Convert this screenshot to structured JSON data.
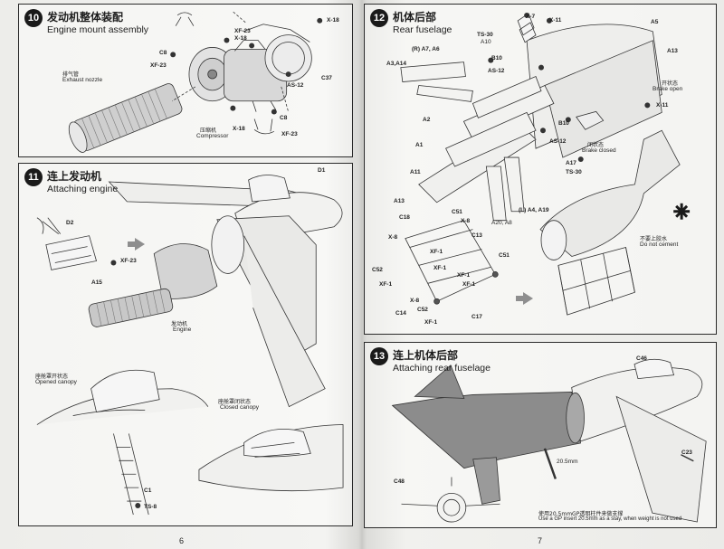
{
  "steps": [
    {
      "number": "10",
      "title_cn": "发动机整体装配",
      "title_en": "Engine mount assembly"
    },
    {
      "number": "11",
      "title_cn": "连上发动机",
      "title_en": "Attaching engine"
    },
    {
      "number": "12",
      "title_cn": "机体后部",
      "title_en": "Rear fuselage"
    },
    {
      "number": "13",
      "title_cn": "连上机体后部",
      "title_en": "Attaching rear fuselage"
    }
  ],
  "step10_labels": {
    "x18_a": "X-18",
    "xf23_a": "XF-23",
    "x18_b": "X-18",
    "c8_a": "C8",
    "xf23_b": "XF-23",
    "exhaust_cn": "排气管",
    "exhaust_en": "Exhaust nozzle",
    "c37": "C37",
    "as12": "AS-12",
    "compressor_cn": "压缩机",
    "compressor_en": "Compressor",
    "x18_c": "X-18",
    "c8_b": "C8",
    "xf23_c": "XF-23"
  },
  "step11_labels": {
    "d1": "D1",
    "d2": "D2",
    "xf23": "XF-23",
    "a15": "A15",
    "engine_cn": "发动机",
    "engine_en": "Engine",
    "opened_cn": "座舱罩开状态",
    "opened_en": "Opened canopy",
    "closed_cn": "座舱罩闭状态",
    "closed_en": "Closed canopy",
    "c1": "C1",
    "ts8": "TS-8"
  },
  "step12_labels": {
    "x7": "X-7",
    "x11_a": "X-11",
    "a5": "A5",
    "ts30_a": "TS-30",
    "a10": "A10",
    "a13_a": "A13",
    "r_parts": "(R) A7, A6",
    "a3a14": "A3,A14",
    "b10_a": "B10",
    "as12_a": "AS-12",
    "brake_open_cn": "开状态",
    "brake_open_en": "Brake open",
    "x11_b": "X-11",
    "a2": "A2",
    "b10_b": "B10",
    "as12_b": "AS-12",
    "a1": "A1",
    "brake_closed_cn": "闭状态",
    "brake_closed_en": "Brake closed",
    "a17": "A17",
    "ts30_b": "TS-30",
    "a11": "A11",
    "a13_b": "A13",
    "l_parts": "(L) A4, A19",
    "a20a8": "A20, A8",
    "no_cement_cn": "不要上胶水",
    "no_cement_en": "Do not cement",
    "c18": "C18",
    "c51_a": "C51",
    "x8_a": "X-8",
    "c13": "C13",
    "x8_b": "X-8",
    "xf1_a": "XF-1",
    "c51_b": "C51",
    "c52_a": "C52",
    "xf1_b": "XF-1",
    "xf1_c": "XF-1",
    "xf1_d": "XF-1",
    "xf1_e": "XF-1",
    "c14": "C14",
    "c52_b": "C52",
    "x8_c": "X-8",
    "xf1_f": "XF-1",
    "c17": "C17"
  },
  "step13_labels": {
    "c46": "C46",
    "c23": "C23",
    "c48": "C48",
    "dim": "20.5mm",
    "gp_note_cn": "使用20.5mmGP透明柱件来做支撑",
    "gp_note_en": "Use a GP insert 20.5mm as a stay, when weight is not used"
  },
  "page_numbers": {
    "left": "6",
    "right": "7"
  }
}
